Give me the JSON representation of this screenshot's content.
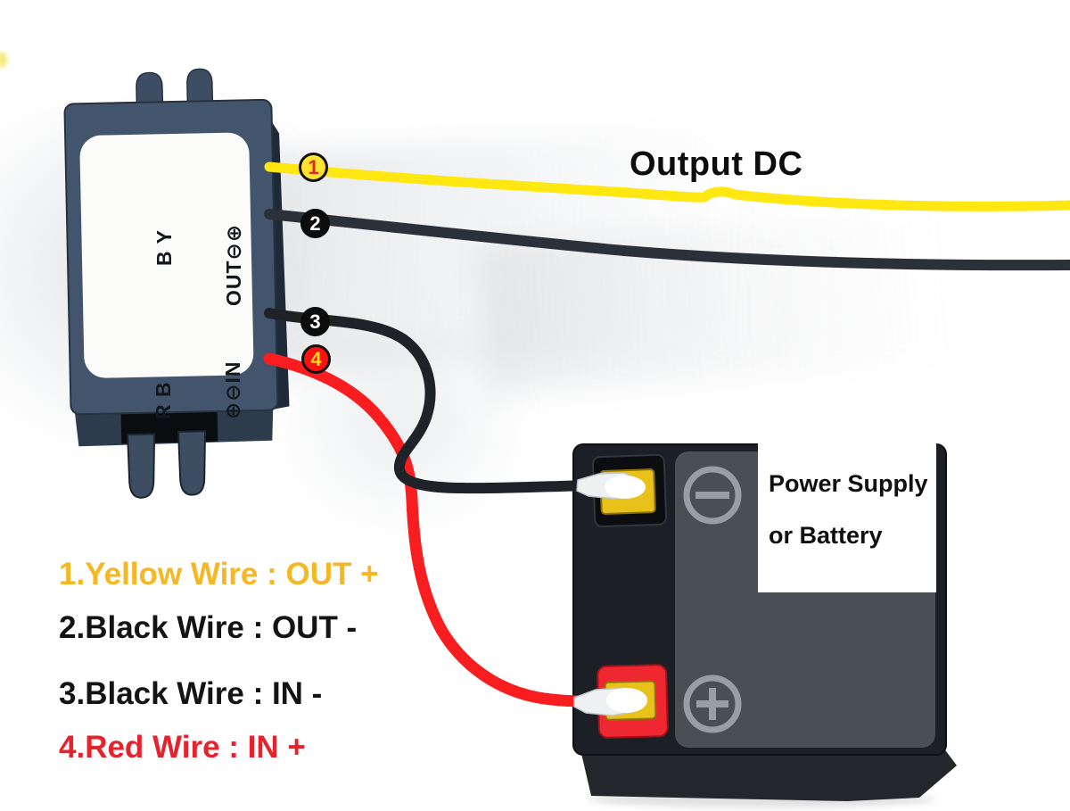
{
  "module": {
    "out_label": {
      "line1": " B Y",
      "line2": "OUT⊖⊕"
    },
    "in_label": {
      "line1": "R B",
      "line2": "⊕⊖IN"
    }
  },
  "wire_badges": [
    {
      "number": "1",
      "fill": "#ffe32e",
      "text_color": "#e3261f",
      "border_color": "#111111"
    },
    {
      "number": "2",
      "fill": "#0c0c0c",
      "text_color": "#ffffff",
      "border_color": "#0c0c0c"
    },
    {
      "number": "3",
      "fill": "#0c0c0c",
      "text_color": "#ffffff",
      "border_color": "#0c0c0c"
    },
    {
      "number": "4",
      "fill": "#fb1111",
      "text_color": "#ffd71e",
      "border_color": "#111111"
    }
  ],
  "annotations": {
    "output_dc": "Output DC"
  },
  "battery": {
    "label_line1": "Power Supply",
    "label_line2": "or Battery"
  },
  "legend": [
    {
      "text": "1.Yellow Wire : OUT +",
      "color": "#f5b723"
    },
    {
      "text": "2.Black Wire : OUT -",
      "color": "#141414"
    },
    {
      "text": "3.Black Wire : IN -",
      "color": "#141414"
    },
    {
      "text": "4.Red Wire : IN +",
      "color": "#e6232d"
    }
  ],
  "colors": {
    "yellow_wire": "#ffe712",
    "black_wire_out": "#2a3139",
    "black_wire_in": "#1f2328",
    "red_wire": "#f81e20",
    "module_body": "#43556c",
    "module_side": "#1e2a38",
    "module_bottom": "#2c3c4d",
    "module_prong": "#3d4e63",
    "module_label_bg": "#fbfcfa",
    "battery_body": "#1c1f25",
    "battery_panel": "#4a4e55",
    "terminal_negative": "#0b0d11",
    "terminal_positive": "#ee2730",
    "terminal_yellow": "#e8c21b",
    "symbol_gray": "#9a9da4",
    "spade_silver": "#eef0f1"
  }
}
